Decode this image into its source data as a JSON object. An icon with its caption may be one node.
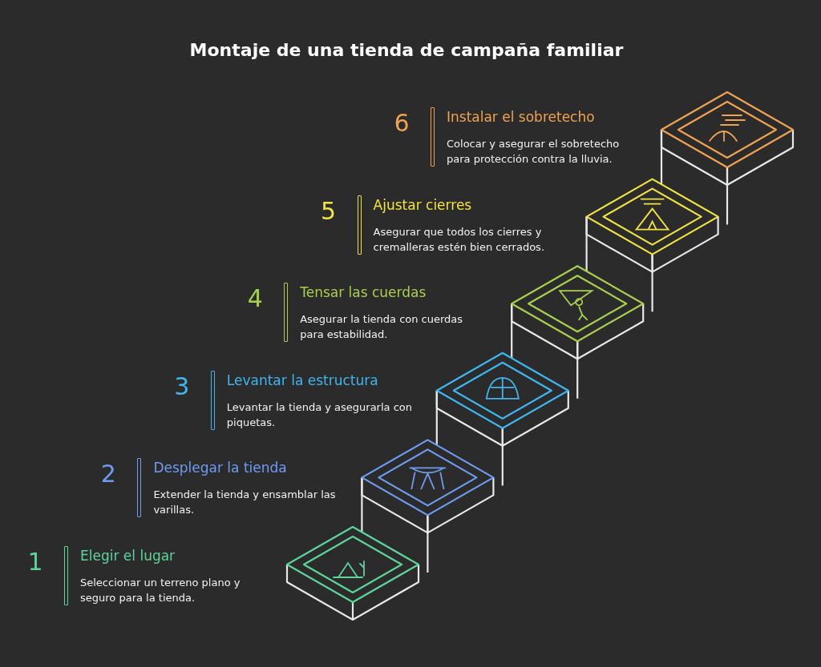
{
  "diagram": {
    "title": "Montaje de una tienda de campaña familiar",
    "labels": [
      "6",
      "Instalar el sobretecho",
      "Colocar y asegurar el sobretecho para protección contra la lluvia.",
      "5",
      "Ajustar cierres",
      "Asegurar que todos los cierres y cremalleras estén bien cerrados.",
      "4",
      "Tensar las cuerdas",
      "Asegurar la tienda con cuerdas para estabilidad.",
      "3",
      "Levantar la estructura",
      "Levantar la tienda y asegurarla con piquetas.",
      "2",
      "Desplegar la tienda",
      "Extender la tienda y ensamblar las varillas.",
      "1",
      "Elegir el lugar",
      "Seleccionar un terreno plano y seguro para la tienda."
    ]
  }
}
